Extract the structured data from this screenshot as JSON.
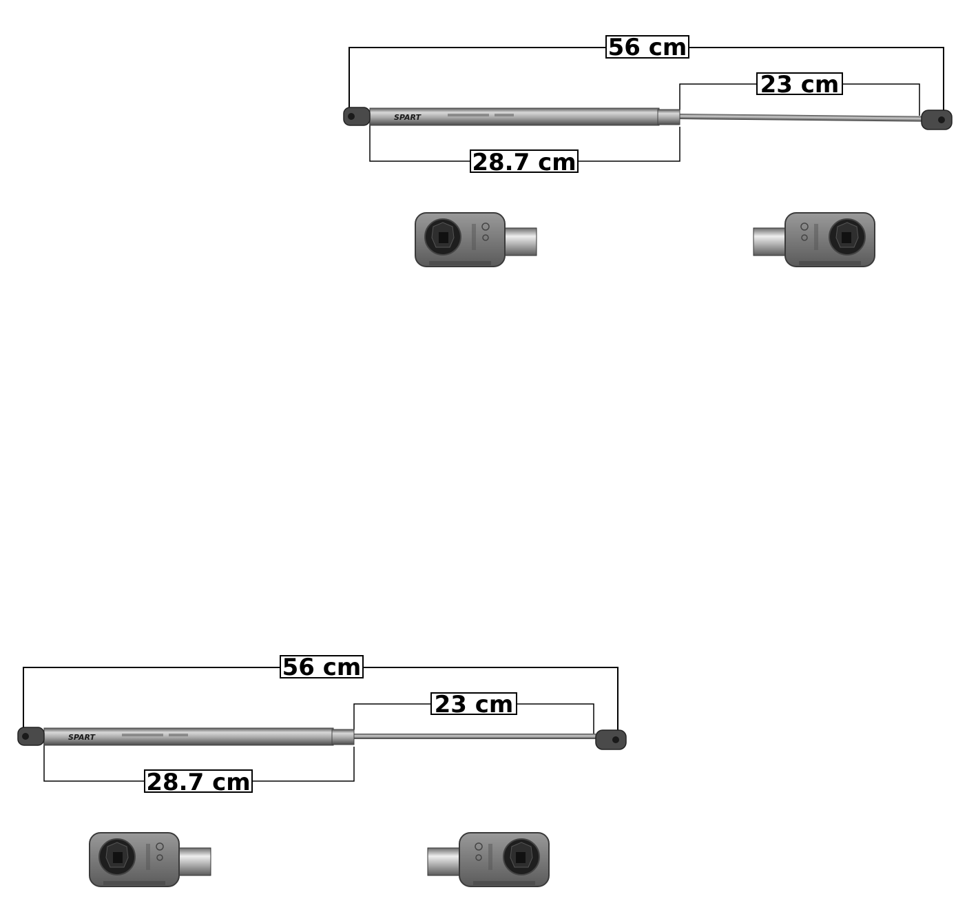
{
  "diagrams": [
    {
      "brand": "SPART",
      "dimensions": {
        "overall": "56 cm",
        "rod": "23 cm",
        "body": "28.7 cm"
      }
    },
    {
      "brand": "SPART",
      "dimensions": {
        "overall": "56 cm",
        "rod": "23 cm",
        "body": "28.7 cm"
      }
    }
  ],
  "colors": {
    "line": "#000000",
    "cylinder": "#9a9a9a",
    "fitting": "#6e6e6e",
    "background": "#ffffff"
  },
  "icons": {
    "end_fitting": "ball-socket-end-fitting-icon"
  }
}
